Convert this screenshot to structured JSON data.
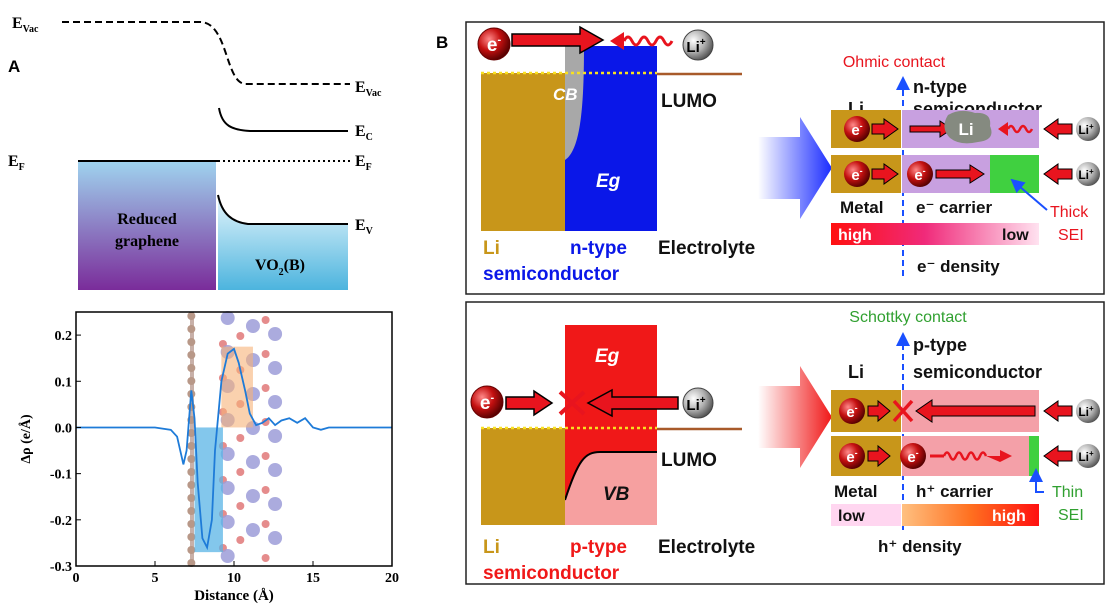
{
  "panelA": {
    "label": "A",
    "evac_left": "E",
    "evac_left_sub": "Vac",
    "evac_right": "E",
    "evac_right_sub": "Vac",
    "ec": "E",
    "ec_sub": "C",
    "ef_left": "E",
    "ef_left_sub": "F",
    "ef_right": "E",
    "ef_right_sub": "F",
    "ev": "E",
    "ev_sub": "V",
    "rgo_line1": "Reduced",
    "rgo_line2": "graphene",
    "vo2": "VO",
    "vo2_sub": "2",
    "vo2_suffix": "(B)"
  },
  "chart_data": {
    "type": "line",
    "xlabel": "Distance (Å)",
    "ylabel": "Δρ (e/Å)",
    "xlim": [
      0,
      20
    ],
    "ylim": [
      -0.3,
      0.25
    ],
    "xticks": [
      "0",
      "5",
      "10",
      "15",
      "20"
    ],
    "yticks": [
      "0.2",
      "0.1",
      "0.0",
      "-0.1",
      "-0.2",
      "-0.3"
    ],
    "series": [
      {
        "x": [
          0,
          5.0,
          6.0,
          6.4,
          6.8,
          7.0,
          7.3,
          7.5,
          7.7,
          8.0,
          8.3,
          8.6,
          8.8,
          9.2,
          9.6,
          10.0,
          10.3,
          10.7,
          11.0,
          11.4,
          11.8,
          12.2,
          12.6,
          13.0,
          13.5,
          14.0,
          14.5,
          15.0,
          15.5,
          16.0,
          17.0,
          20.0
        ],
        "y": [
          0.0,
          0.0,
          -0.005,
          -0.02,
          -0.08,
          -0.05,
          0.08,
          0.02,
          -0.12,
          -0.24,
          -0.26,
          -0.2,
          -0.05,
          0.1,
          0.16,
          0.17,
          0.14,
          0.08,
          0.03,
          0.005,
          0.01,
          0.02,
          0.005,
          0.015,
          0.02,
          0.01,
          0.02,
          0.0,
          -0.005,
          0.0,
          0.0,
          0.0
        ]
      }
    ]
  },
  "panelB": {
    "label": "B",
    "top": {
      "electron": "e",
      "electron_sup": "-",
      "li_ion": "Li",
      "li_ion_sup": "+",
      "band": "CB",
      "gap": "Eg",
      "lumo": "LUMO",
      "li_label": "Li",
      "semi_line1": "n-type",
      "semi_line2": "semiconductor",
      "electrolyte": "Electrolyte",
      "contact": "Ohmic contact",
      "right_semi_line1": "n-type",
      "right_semi_line2": "semiconductor",
      "right_li": "Li",
      "li_deposit": "Li",
      "metal": "Metal",
      "carrier": "e⁻ carrier",
      "sei_line1": "Thick",
      "sei_line2": "SEI",
      "grad_left": "high",
      "grad_right": "low",
      "density": "e⁻ density"
    },
    "bottom": {
      "electron": "e",
      "electron_sup": "-",
      "li_ion": "Li",
      "li_ion_sup": "+",
      "gap": "Eg",
      "band": "VB",
      "lumo": "LUMO",
      "li_label": "Li",
      "semi_line1": "p-type",
      "semi_line2": "semiconductor",
      "electrolyte": "Electrolyte",
      "contact": "Schottky contact",
      "right_semi_line1": "p-type",
      "right_semi_line2": "semiconductor",
      "right_li": "Li",
      "metal": "Metal",
      "carrier": "h⁺ carrier",
      "sei_line1": "Thin",
      "sei_line2": "SEI",
      "grad_left": "low",
      "grad_right": "high",
      "density": "h⁺ density"
    },
    "colors": {
      "lithium": "#c8961a",
      "ntype": "#0a17e8",
      "ptype": "#f01818",
      "arrow_red": "#e8141e",
      "blue_arrow": "#1a2cff",
      "purple_band": "#c8a0e0",
      "pink_band": "#f4a0a8",
      "green_sei": "#40d040"
    }
  }
}
